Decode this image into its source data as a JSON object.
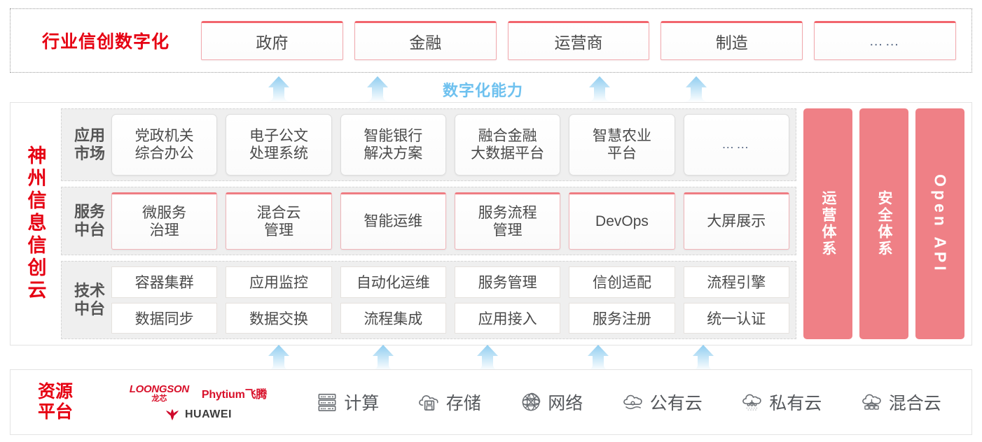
{
  "industry": {
    "title": "行业信创数字化",
    "cards": [
      {
        "label": "政府"
      },
      {
        "label": "金融"
      },
      {
        "label": "运营商"
      },
      {
        "label": "制造"
      },
      {
        "label": "……"
      }
    ]
  },
  "capability": {
    "label": "数字化能力",
    "arrow_icon": "up-arrow-icon",
    "arrow_count": 4
  },
  "cloud": {
    "title": "神州信息信创云",
    "layers": [
      {
        "key": "app",
        "label": "应用\n市场",
        "label_line1": "应用",
        "label_line2": "市场",
        "style": "plain",
        "cards": [
          {
            "line1": "党政机关",
            "line2": "综合办公"
          },
          {
            "line1": "电子公文",
            "line2": "处理系统"
          },
          {
            "line1": "智能银行",
            "line2": "解决方案"
          },
          {
            "line1": "融合金融",
            "line2": "大数据平台"
          },
          {
            "line1": "智慧农业",
            "line2": "平台"
          },
          {
            "line1": "……",
            "line2": ""
          }
        ]
      },
      {
        "key": "service",
        "label_line1": "服务",
        "label_line2": "中台",
        "style": "pinktop",
        "cards": [
          {
            "line1": "微服务",
            "line2": "治理"
          },
          {
            "line1": "混合云",
            "line2": "管理"
          },
          {
            "line1": "智能运维",
            "line2": ""
          },
          {
            "line1": "服务流程",
            "line2": "管理"
          },
          {
            "line1": "DevOps",
            "line2": ""
          },
          {
            "line1": "大屏展示",
            "line2": ""
          }
        ]
      },
      {
        "key": "tech",
        "label_line1": "技术",
        "label_line2": "中台",
        "style": "grid",
        "rows": [
          [
            "容器集群",
            "应用监控",
            "自动化运维",
            "服务管理",
            "信创适配",
            "流程引擎"
          ],
          [
            "数据同步",
            "数据交换",
            "流程集成",
            "应用接入",
            "服务注册",
            "统一认证"
          ]
        ]
      }
    ],
    "side_columns": [
      {
        "label": "运营体系",
        "script": "cjk"
      },
      {
        "label": "安全体系",
        "script": "cjk"
      },
      {
        "label": "Open API",
        "script": "latin"
      }
    ]
  },
  "bottom_arrows": {
    "arrow_icon": "up-arrow-icon",
    "arrow_count": 5
  },
  "resource": {
    "title_line1": "资源",
    "title_line2": "平台",
    "vendors": [
      {
        "name": "LOONGSON",
        "name_cn": "龙芯",
        "icon": "loongson-logo"
      },
      {
        "name": "Phytium飞腾",
        "icon": "phytium-logo"
      },
      {
        "name": "HUAWEI",
        "icon": "huawei-logo"
      }
    ],
    "items": [
      {
        "label": "计算",
        "icon": "server-icon"
      },
      {
        "label": "存储",
        "icon": "cloud-storage-icon"
      },
      {
        "label": "网络",
        "icon": "network-icon"
      },
      {
        "label": "公有云",
        "icon": "public-cloud-icon"
      },
      {
        "label": "私有云",
        "icon": "private-cloud-icon"
      },
      {
        "label": "混合云",
        "icon": "hybrid-cloud-icon"
      }
    ]
  },
  "colors": {
    "brand_red": "#e60012",
    "pink": "#ef8086",
    "pink_border": "#f2666e",
    "arrow_blue": "#9fd4f2",
    "label_blue": "#6ec1ef",
    "layer_bg": "#efefef"
  }
}
